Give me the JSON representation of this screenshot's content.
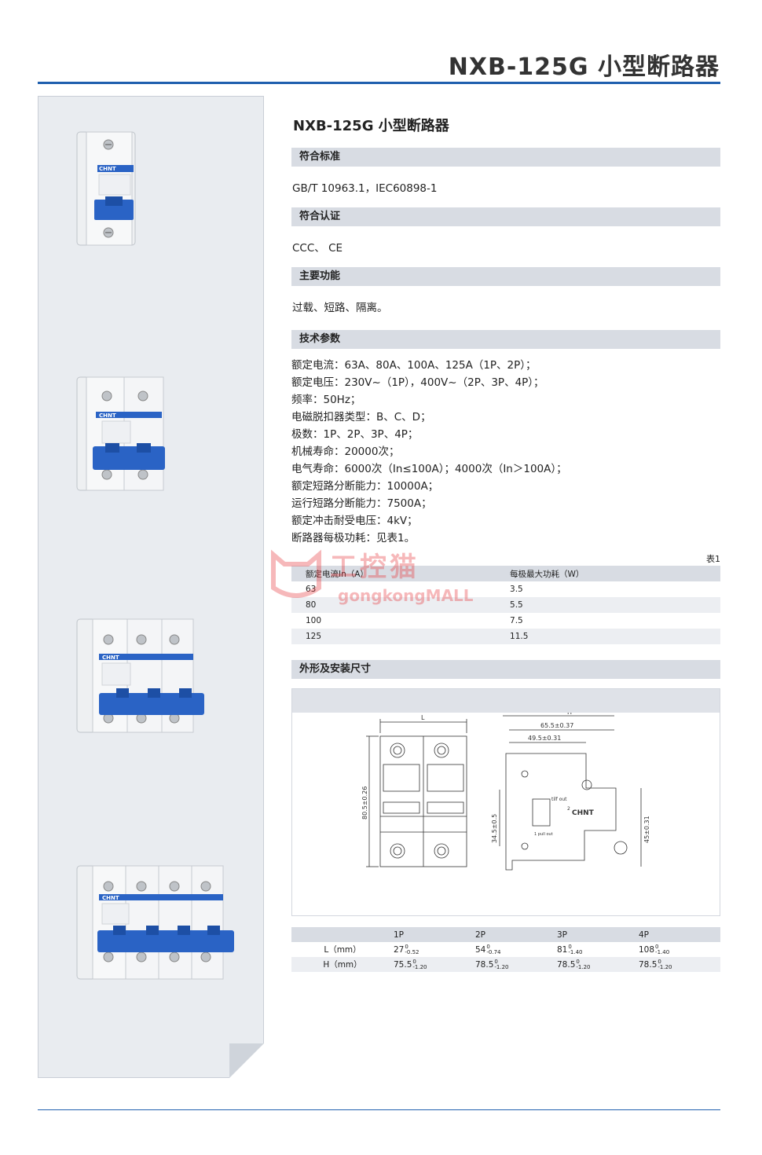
{
  "page": {
    "title": "NXB-125G 小型断路器"
  },
  "content": {
    "product_heading": "NXB-125G 小型断路器",
    "sections": {
      "standard": {
        "heading": "符合标准",
        "text": "GB/T 10963.1，IEC60898-1"
      },
      "certification": {
        "heading": "符合认证",
        "text": "CCC、 CE"
      },
      "function": {
        "heading": "主要功能",
        "text": "过载、短路、隔离。"
      },
      "tech": {
        "heading": "技术参数",
        "lines": [
          "额定电流：63A、80A、100A、125A（1P、2P）；",
          "额定电压：230V~（1P），400V~（2P、3P、4P）；",
          "频率：50Hz；",
          "电磁脱扣器类型：B、C、D；",
          "极数：1P、2P、3P、4P；",
          "机械寿命：20000次；",
          "电气寿命：6000次（In≤100A）；4000次（In＞100A）；",
          "额定短路分断能力：10000A；",
          "运行短路分断能力：7500A；",
          "额定冲击耐受电压：4kV；",
          "断路器每极功耗：见表1。"
        ]
      },
      "dimensions": {
        "heading": "外形及安装尺寸"
      }
    },
    "table1": {
      "caption": "表1",
      "headers": [
        "额定电流In（A）",
        "每极最大功耗（W）"
      ],
      "rows": [
        [
          "63",
          "3.5"
        ],
        [
          "80",
          "5.5"
        ],
        [
          "100",
          "7.5"
        ],
        [
          "125",
          "11.5"
        ]
      ]
    },
    "drawing": {
      "labels": {
        "L": "L",
        "H": "H",
        "dim_65": "65.5±0.37",
        "dim_49": "49.5±0.31",
        "dim_80": "80.5±0.26",
        "dim_34": "34.5±0.5",
        "dim_45": "45±0.31",
        "trip": "tilf out",
        "pull": "1 pull out",
        "two": "2",
        "brand": "CHNT"
      }
    },
    "table2": {
      "headers": [
        "",
        "1P",
        "2P",
        "3P",
        "4P"
      ],
      "rows": [
        {
          "label": "L（mm）",
          "cells": [
            {
              "v": "27",
              "up": "0",
              "lo": "-0.52"
            },
            {
              "v": "54",
              "up": "0",
              "lo": "-0.74"
            },
            {
              "v": "81",
              "up": "0",
              "lo": "-1.40"
            },
            {
              "v": "108",
              "up": "0",
              "lo": "-1.40"
            }
          ]
        },
        {
          "label": "H（mm）",
          "cells": [
            {
              "v": "75.5",
              "up": "0",
              "lo": "-1.20"
            },
            {
              "v": "78.5",
              "up": "0",
              "lo": "-1.20"
            },
            {
              "v": "78.5",
              "up": "0",
              "lo": "-1.20"
            },
            {
              "v": "78.5",
              "up": "0",
              "lo": "-1.20"
            }
          ]
        }
      ]
    }
  },
  "watermark": {
    "text_cn": "工控猫",
    "text_en": "gongkongMALL"
  },
  "product_images": [
    {
      "name": "breaker-1p",
      "brand": "CHNT"
    },
    {
      "name": "breaker-2p",
      "brand": "CHNT"
    },
    {
      "name": "breaker-3p",
      "brand": "CHNT"
    },
    {
      "name": "breaker-4p",
      "brand": "CHNT"
    }
  ],
  "colors": {
    "accent": "#1f5fae",
    "bar": "#d8dce3",
    "handle": "#2a63c5",
    "watermark": "#e8363b"
  }
}
